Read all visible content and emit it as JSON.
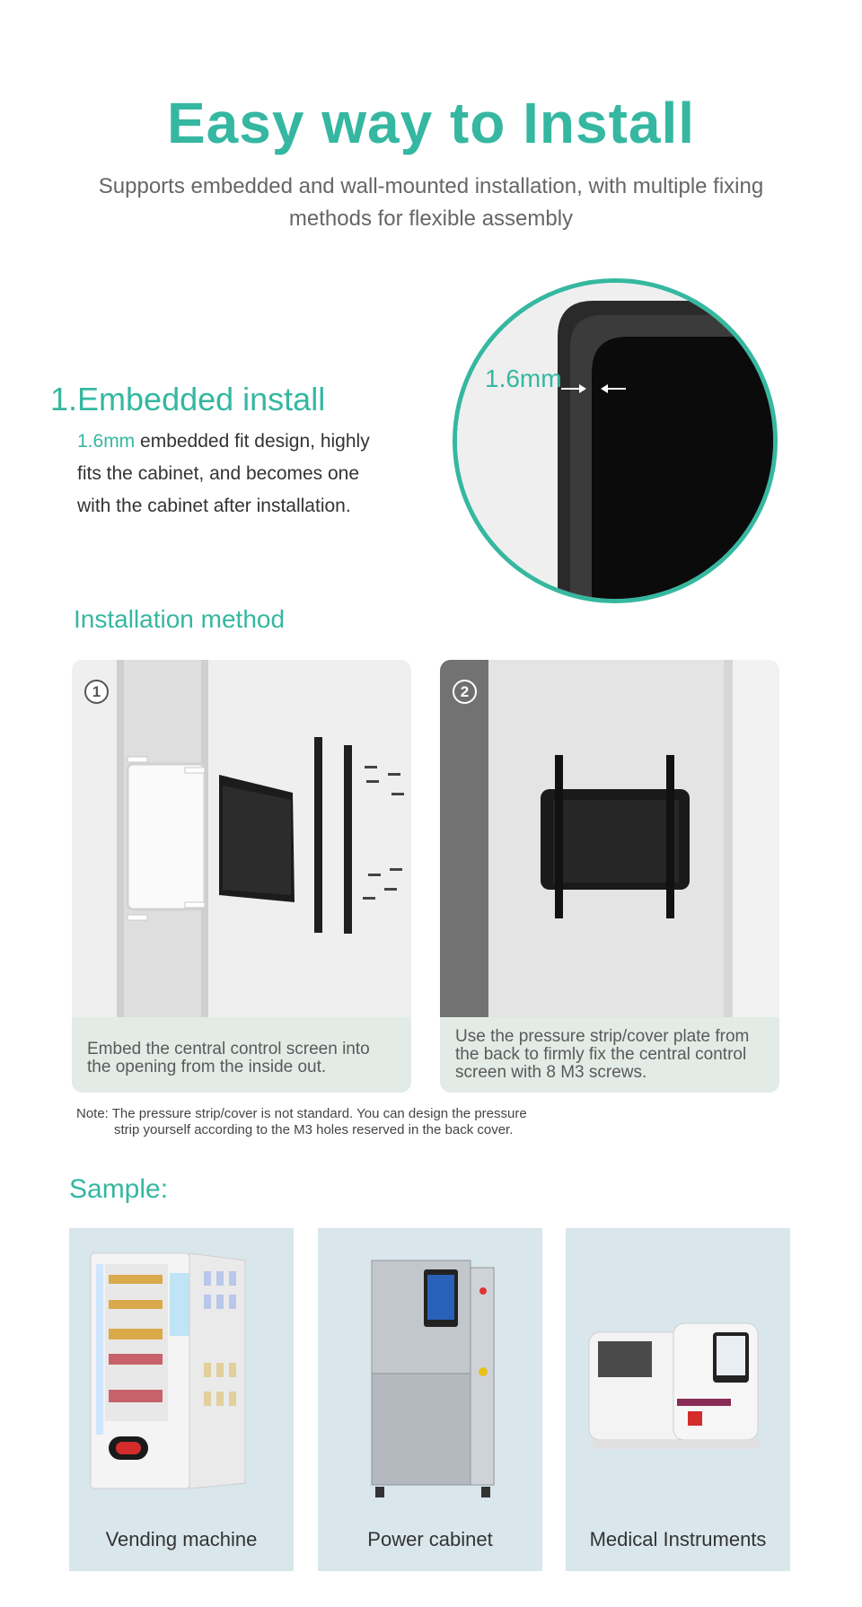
{
  "header": {
    "title": "Easy way to Install",
    "subtitle": "Supports embedded and wall-mounted installation, with multiple fixing methods for flexible assembly"
  },
  "embedded": {
    "heading": "1.Embedded install",
    "highlight": "1.6mm",
    "description": " embedded fit design, highly fits the cabinet, and becomes one with the cabinet after installation.",
    "circle_label": "1.6mm"
  },
  "method": {
    "heading": "Installation method",
    "steps": [
      {
        "number": "1",
        "caption": "Embed the central control screen into the opening from the inside out."
      },
      {
        "number": "2",
        "caption": "Use the pressure strip/cover plate from the back to firmly fix the central control screen with 8 M3 screws."
      }
    ],
    "note_line1": "Note: The pressure strip/cover is not standard. You can design the pressure",
    "note_line2": "strip yourself according to the M3 holes reserved in the back cover."
  },
  "sample": {
    "heading": "Sample:",
    "items": [
      {
        "label": "Vending machine",
        "icon": "vending-machine-image"
      },
      {
        "label": "Power cabinet",
        "icon": "power-cabinet-image"
      },
      {
        "label": "Medical Instruments",
        "icon": "medical-instrument-image"
      }
    ]
  },
  "colors": {
    "accent": "#35b7a1",
    "caption_bg": "#e3ebe6",
    "sample_bg": "#d9e6ec"
  }
}
